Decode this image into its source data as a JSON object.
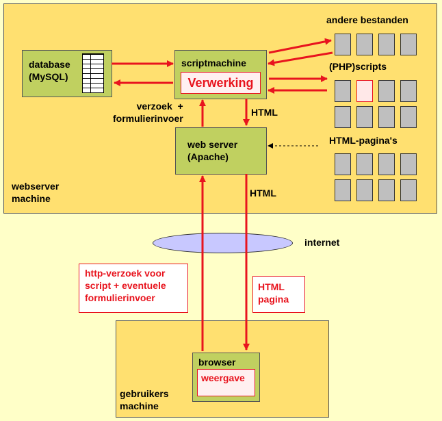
{
  "webserver_machine": {
    "label": "webserver\nmachine"
  },
  "user_machine": {
    "label": "gebruikers\nmachine"
  },
  "database": {
    "label": "database\n(MySQL)"
  },
  "scriptmachine": {
    "label": "scriptmachine",
    "processing": "Verwerking"
  },
  "webserver": {
    "label": "web server\n(Apache)"
  },
  "browser": {
    "label": "browser",
    "display": "weergave"
  },
  "files": {
    "other_files": "andere bestanden",
    "php_scripts": "(PHP)scripts",
    "html_pages": "HTML-pagina's"
  },
  "labels": {
    "request_form": "verzoek  +\nformulierinvoer",
    "html_1": "HTML",
    "html_2": "HTML",
    "internet": "internet",
    "http_request": "http-verzoek voor\nscript + eventuele\nformulierinvoer",
    "html_page": "HTML\npagina"
  },
  "colors": {
    "arrow": "#E8141E",
    "panel": "#FFE070",
    "background": "#FFFFC8",
    "node": "#C0D060",
    "cloud": "#C8C8FF"
  }
}
